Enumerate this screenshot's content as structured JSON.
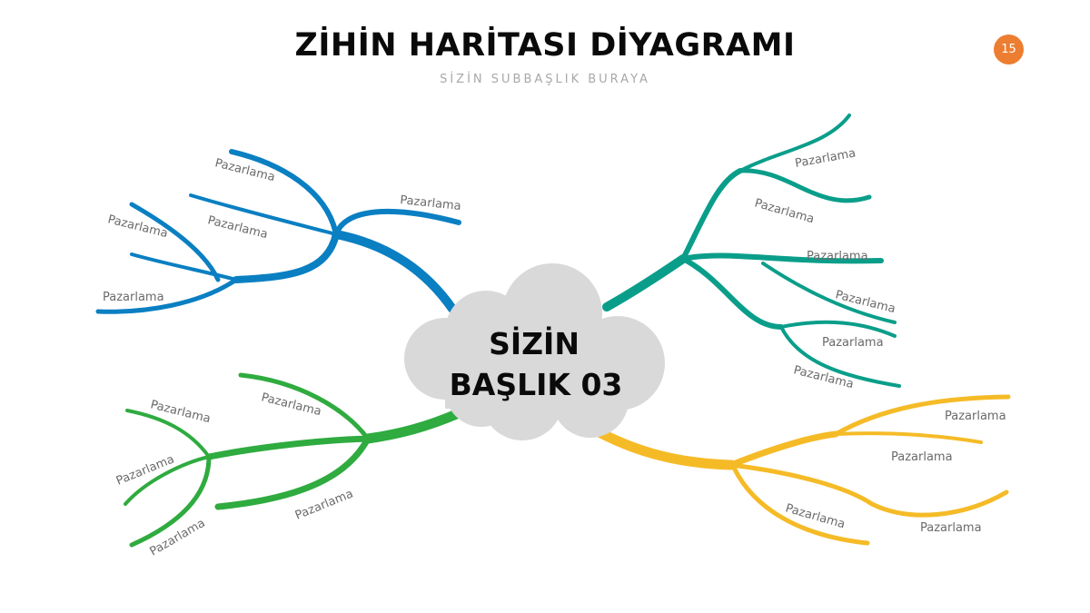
{
  "header": {
    "title": "ZİHİN HARİTASI DİYAGRAMI",
    "subtitle": "SİZİN SUBBAŞLIK BURAYA",
    "page_number": "15"
  },
  "center": {
    "line1": "SİZİN",
    "line2": "BAŞLIK 03",
    "fill": "#d9d9d9"
  },
  "colors": {
    "blue": "#0a7fc2",
    "teal": "#0a9e8a",
    "green": "#2fab3f",
    "yellow": "#f5bb27",
    "badge": "#ec7d31"
  },
  "branches": {
    "blue": {
      "color": "#0a7fc2",
      "labels": [
        "Pazarlama",
        "Pazarlama",
        "Pazarlama",
        "Pazarlama",
        "Pazarlama"
      ]
    },
    "teal": {
      "color": "#0a9e8a",
      "labels": [
        "Pazarlama",
        "Pazarlama",
        "Pazarlama",
        "Pazarlama",
        "Pazarlama",
        "Pazarlama"
      ]
    },
    "green": {
      "color": "#2fab3f",
      "labels": [
        "Pazarlama",
        "Pazarlama",
        "Pazarlama",
        "Pazarlama",
        "Pazarlama"
      ]
    },
    "yellow": {
      "color": "#f5bb27",
      "labels": [
        "Pazarlama",
        "Pazarlama",
        "Pazarlama",
        "Pazarlama"
      ]
    }
  }
}
